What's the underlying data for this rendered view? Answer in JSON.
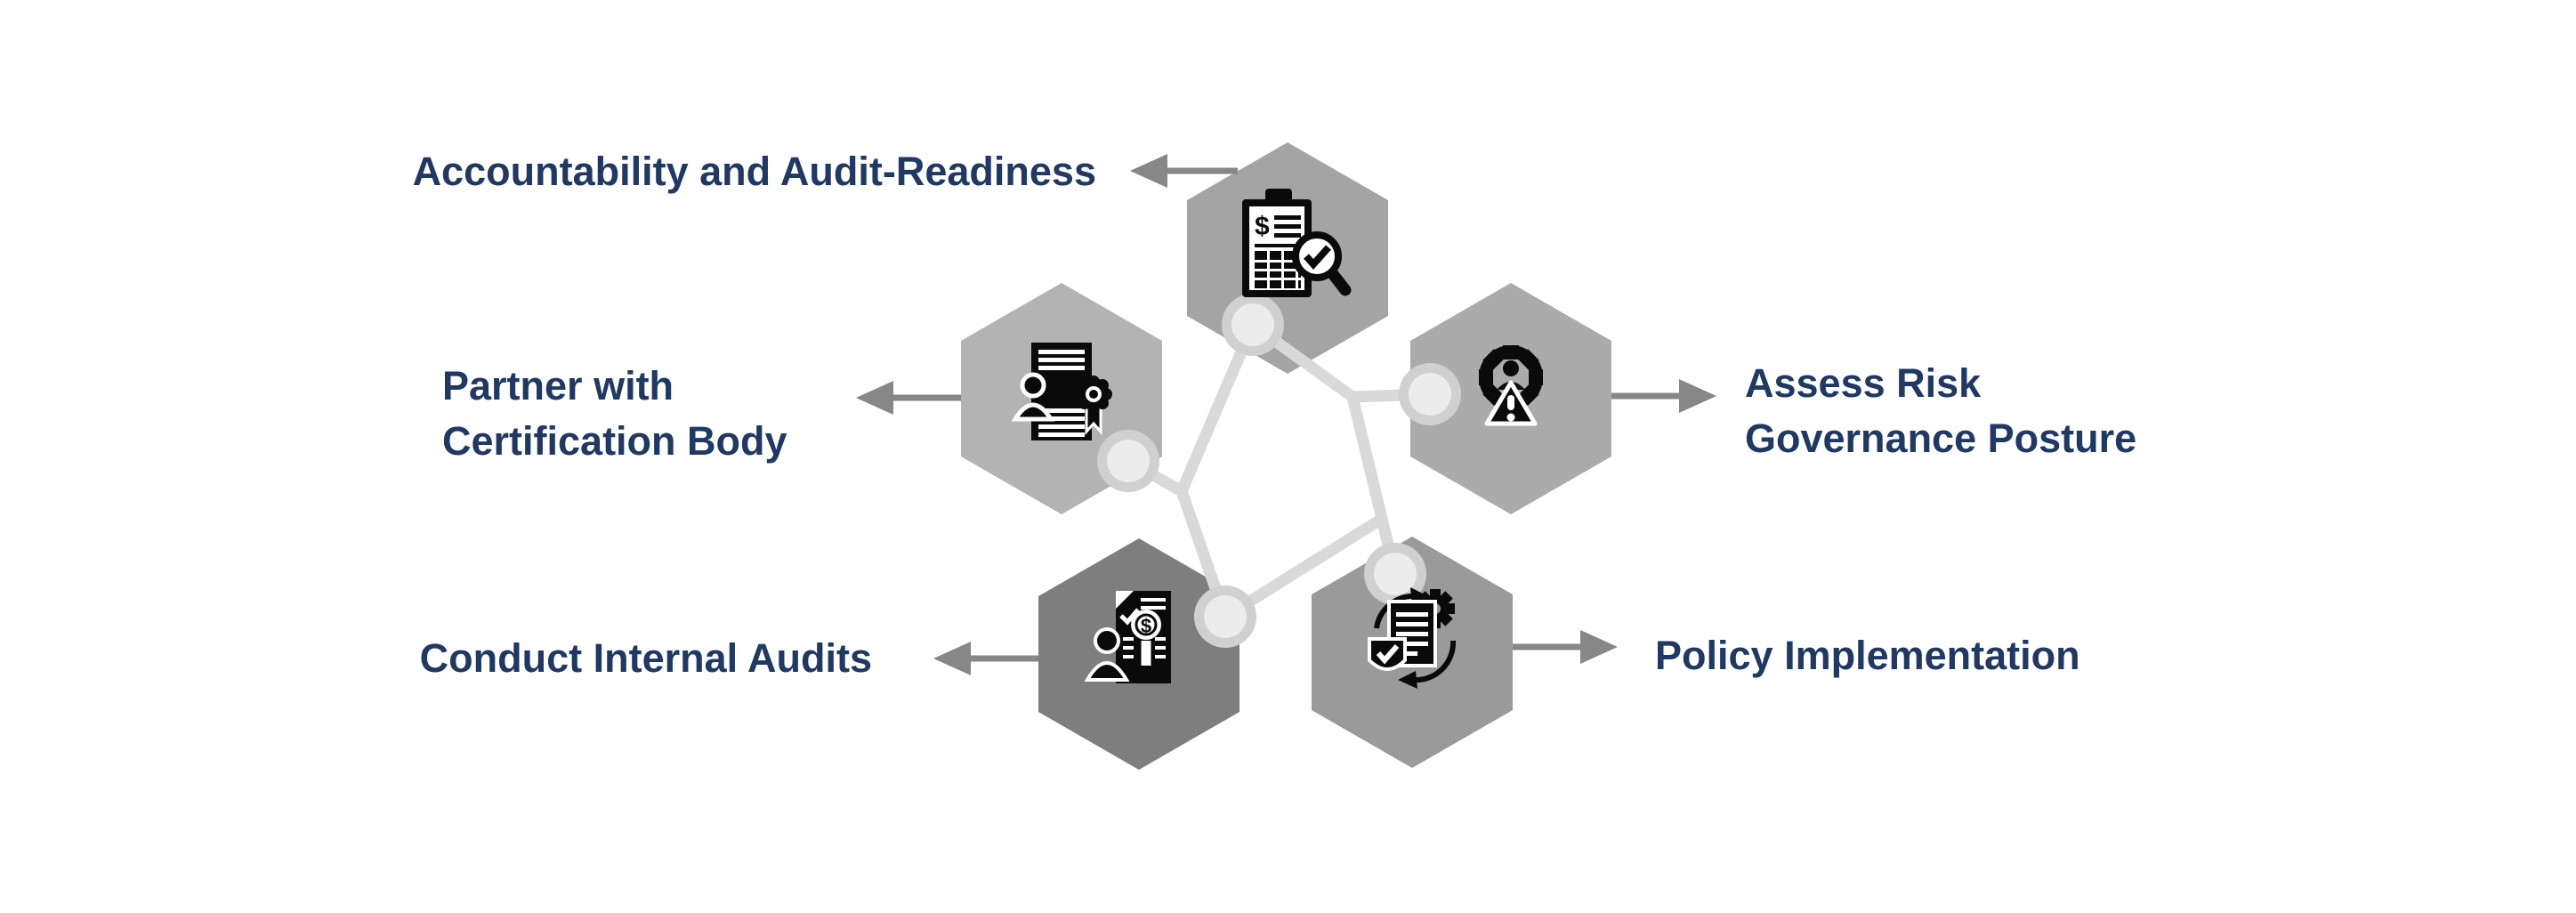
{
  "colors": {
    "background": "#ffffff",
    "label_text": "#1f3864",
    "arrow": "#878787",
    "connector_line": "#d9d9d9",
    "node_circle_outer": "#d0d0d0",
    "node_circle_inner": "#ececec",
    "icon": "#0a0a0a"
  },
  "icon_glyphs": {
    "dollar": "$"
  },
  "nodes": [
    {
      "id": "accountability",
      "label_lines": [
        "Accountability and Audit-Readiness"
      ],
      "side": "left",
      "arrow_direction": "left",
      "icon": "audit-report-magnifier-icon",
      "hex_color": "#a4a4a4"
    },
    {
      "id": "assess-risk",
      "label_lines": [
        "Assess Risk",
        "Governance Posture"
      ],
      "side": "right",
      "arrow_direction": "right",
      "icon": "risk-governance-gear-person-warning-icon",
      "hex_color": "#ababab"
    },
    {
      "id": "policy-implementation",
      "label_lines": [
        "Policy Implementation"
      ],
      "side": "right",
      "arrow_direction": "right",
      "icon": "policy-document-shield-gear-icon",
      "hex_color": "#9a9a9a"
    },
    {
      "id": "conduct-internal-audits",
      "label_lines": [
        "Conduct Internal Audits"
      ],
      "side": "left",
      "arrow_direction": "left",
      "icon": "person-document-dollar-magnifier-icon",
      "hex_color": "#7e7e7e"
    },
    {
      "id": "partner-certification",
      "label_lines": [
        "Partner with",
        "Certification Body"
      ],
      "side": "left",
      "arrow_direction": "left",
      "icon": "certification-document-rosette-icon",
      "hex_color": "#b3b3b3"
    }
  ]
}
